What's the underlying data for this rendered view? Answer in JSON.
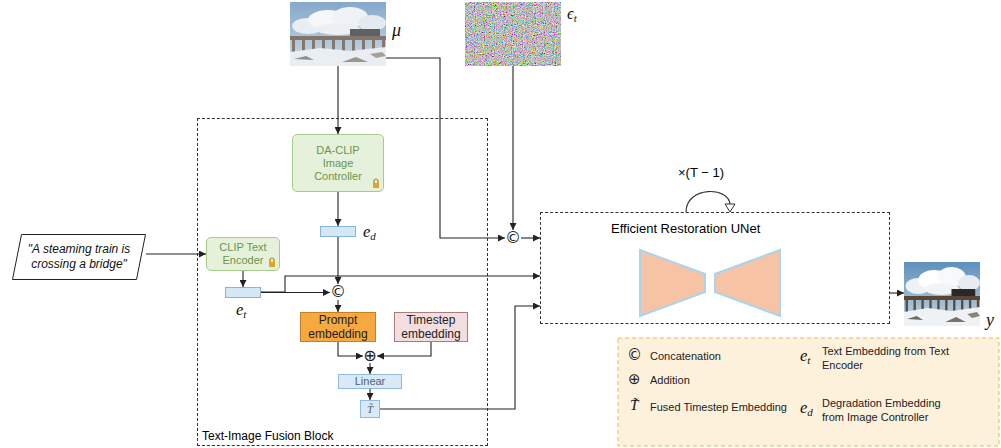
{
  "diagram": {
    "nodes": [
      {
        "text": [
          "μ"
        ]
      },
      {
        "text": [
          "ϵt"
        ]
      },
      {
        "text": [
          "Text-Image Fusion Block"
        ]
      },
      {
        "text": [
          "\"A steaming train is crossing a bridge\""
        ]
      },
      {
        "text": [
          "DA-CLIP Image Controller"
        ],
        "in": 2
      },
      {
        "text": [
          "ed"
        ],
        "in": 2
      },
      {
        "text": [
          "CLIP Text Encoder"
        ],
        "in": 2
      },
      {
        "text": [
          "et"
        ],
        "in": 2
      },
      {
        "text": [
          "©"
        ],
        "in": 2
      },
      {
        "text": [
          "Prompt embedding"
        ],
        "in": 2
      },
      {
        "text": [
          "Timestep embedding"
        ],
        "in": 2
      },
      {
        "text": [
          "⊕"
        ],
        "in": 2
      },
      {
        "text": [
          "Linear"
        ],
        "in": 2
      },
      {
        "text": [
          "T̃"
        ],
        "in": 2
      },
      {
        "text": [
          "©"
        ]
      },
      {
        "text": [
          "Efficient Restoration UNet"
        ]
      },
      {
        "text": [
          "y"
        ]
      }
    ],
    "edges": [
      {
        "from": 0,
        "to": 4,
        "arrow": "to"
      },
      {
        "from": 0,
        "to": 14,
        "arrow": "to"
      },
      {
        "from": 1,
        "to": 14,
        "arrow": "to"
      },
      {
        "from": 4,
        "to": 5,
        "arrow": "to"
      },
      {
        "from": 5,
        "to": 8,
        "arrow": "to"
      },
      {
        "from": 3,
        "to": 6,
        "arrow": "to"
      },
      {
        "from": 6,
        "to": 7,
        "arrow": "to"
      },
      {
        "from": 7,
        "to": 8,
        "arrow": "to"
      },
      {
        "from": 7,
        "to": 15,
        "arrow": "to"
      },
      {
        "from": 8,
        "to": 9,
        "arrow": "to"
      },
      {
        "from": 9,
        "to": 11,
        "arrow": "to"
      },
      {
        "from": 10,
        "to": 11,
        "arrow": "to"
      },
      {
        "from": 11,
        "to": 12,
        "arrow": "to"
      },
      {
        "from": 12,
        "to": 13,
        "arrow": "to"
      },
      {
        "from": 13,
        "to": 15,
        "arrow": "to"
      },
      {
        "from": 14,
        "to": 15,
        "arrow": "to"
      },
      {
        "from": 15,
        "to": 16,
        "arrow": "to"
      }
    ],
    "labels": [
      "×(T − 1)",
      "©",
      "⊕",
      "T̃",
      "et",
      "ed"
    ],
    "legend": [
      {
        "text": "Concatenation"
      },
      {
        "text": "Addition"
      },
      {
        "text": "Fused Timestep Embedding"
      },
      {
        "text": "Text Embedding from Text Encoder"
      },
      {
        "text": "Degradation Embedding from Image Controller"
      }
    ]
  }
}
